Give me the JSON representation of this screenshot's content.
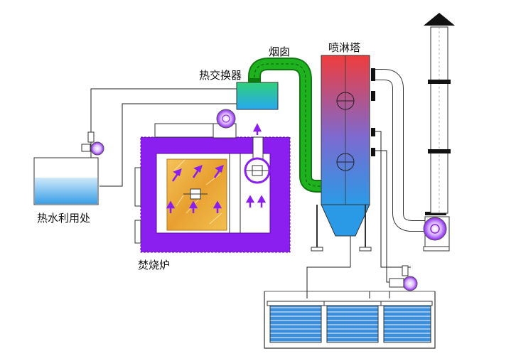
{
  "labels": {
    "heat_exchanger": "热交换器",
    "flue": "烟囱",
    "spray_tower": "喷淋塔",
    "hot_water_use": "热水利用处",
    "incinerator": "焚烧炉"
  },
  "colors": {
    "furnace": "#8a1ff0",
    "flue_pipe": "#1aa51a",
    "fire": "#e8b040",
    "tower_top": "#f04040",
    "tower_bottom": "#2a9ae6",
    "water": "#3ca0e8",
    "arrows": "#8a1ff0"
  }
}
